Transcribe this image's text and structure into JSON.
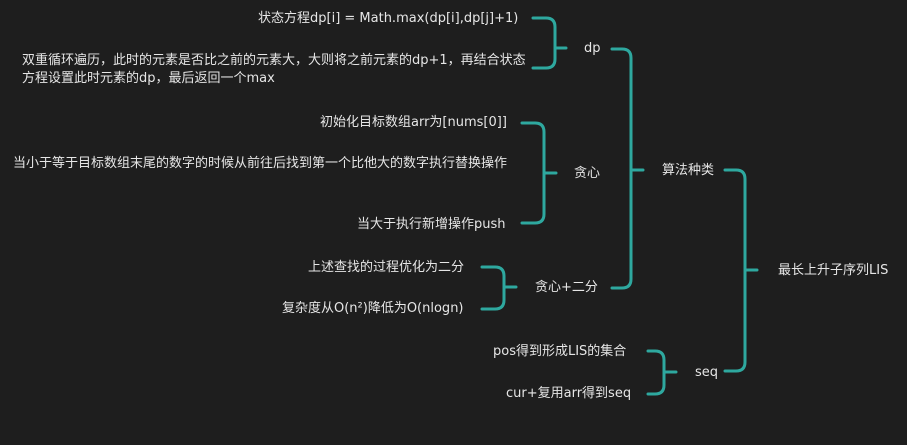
{
  "root": {
    "label": "最长上升子序列LIS"
  },
  "branches": {
    "algorithms": {
      "label": "算法种类"
    },
    "seq": {
      "label": "seq"
    }
  },
  "algorithms": {
    "dp": {
      "label": "dp"
    },
    "greedy": {
      "label": "贪心"
    },
    "greedy_binary": {
      "label": "贪心+二分"
    }
  },
  "leaves": {
    "dp_state": "状态方程dp[i] = Math.max(dp[i],dp[j]+1)",
    "dp_loop": "双重循环遍历，此时的元素是否比之前的元素大，大则将之前元素的dp+1，再结合状态方程设置此时元素的dp，最后返回一个max",
    "greedy_init": "初始化目标数组arr为[nums[0]]",
    "greedy_replace": "当小于等于目标数组末尾的数字的时候从前往后找到第一个比他大的数字执行替换操作",
    "greedy_push": "当大于执行新增操作push",
    "gb_search": "上述查找的过程优化为二分",
    "gb_complexity": "复杂度从O(n²)降低为O(nlogn)",
    "seq_pos": "pos得到形成LIS的集合",
    "seq_cur": "cur+复用arr得到seq"
  },
  "colors": {
    "background": "#1e1e1e",
    "connector": "#2ea89f",
    "text": "#e6e6e6"
  }
}
